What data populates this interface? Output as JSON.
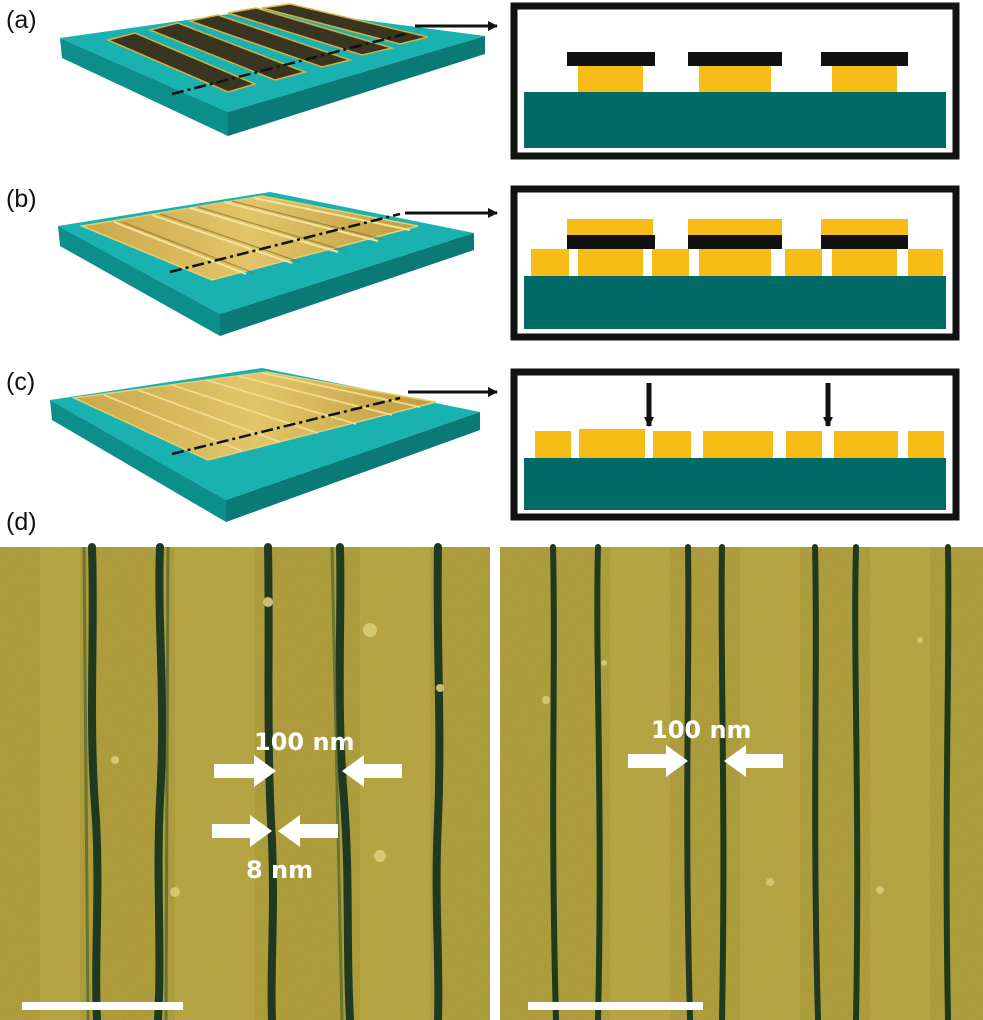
{
  "panels": [
    {
      "label": "(a)"
    },
    {
      "label": "(b)"
    },
    {
      "label": "(c)"
    },
    {
      "label": "(d)"
    }
  ],
  "afm": {
    "left": {
      "width_label": "100 nm",
      "gap_label": "8 nm"
    },
    "right": {
      "width_label": "100 nm"
    }
  },
  "colors": {
    "substrate": "#006b66",
    "substrate_3d_top": "#13a7a5",
    "gold": "#f7bc16",
    "mask": "#111111",
    "afm_base": "#a89534"
  }
}
